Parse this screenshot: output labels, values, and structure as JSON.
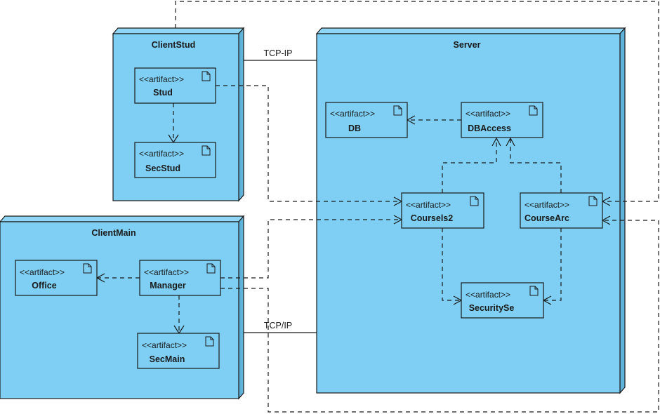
{
  "colors": {
    "node_fill": "#7ecff3",
    "node_side": "#5fb2da",
    "artifact_fill": "#7ecff3",
    "line": "#1a1a1a"
  },
  "nodes": {
    "client_stud": {
      "title": "ClientStud"
    },
    "server": {
      "title": "Server"
    },
    "client_main": {
      "title": "ClientMain"
    }
  },
  "artifacts": {
    "stud": {
      "stereotype": "<<artifact>>",
      "name": "Stud"
    },
    "sec_stud": {
      "stereotype": "<<artifact>>",
      "name": "SecStud"
    },
    "db": {
      "stereotype": "<<artifact>>",
      "name": "DB"
    },
    "db_access": {
      "stereotype": "<<artifact>>",
      "name": "DBAccess"
    },
    "courses2": {
      "stereotype": "<<artifact>>",
      "name": "Coursels2"
    },
    "course_arc": {
      "stereotype": "<<artifact>>",
      "name": "CourseArc"
    },
    "security_se": {
      "stereotype": "<<artifact>>",
      "name": "SecuritySe"
    },
    "office": {
      "stereotype": "<<artifact>>",
      "name": "Office"
    },
    "manager": {
      "stereotype": "<<artifact>>",
      "name": "Manager"
    },
    "sec_main": {
      "stereotype": "<<artifact>>",
      "name": "SecMain"
    }
  },
  "connections": {
    "tcp_top": {
      "label": "TCP-IP"
    },
    "tcp_bottom": {
      "label": "TCP/IP"
    }
  }
}
